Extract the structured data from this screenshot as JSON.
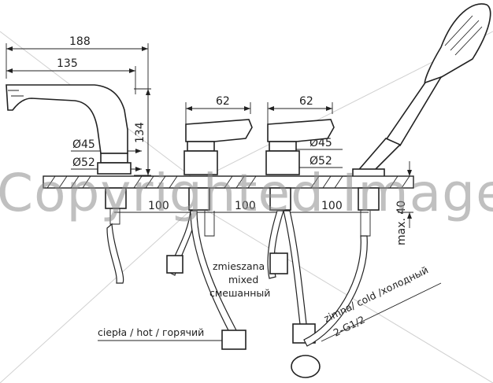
{
  "dimensions": {
    "overall_width": "188",
    "spout_width": "135",
    "height": "134",
    "handle_width_1": "62",
    "handle_width_2": "62",
    "diameter_45_left": "Ø45",
    "diameter_52_left": "Ø52",
    "diameter_45_right": "Ø45",
    "diameter_52_right": "Ø52",
    "spacing_1": "100",
    "spacing_2": "100",
    "spacing_3": "100",
    "max_deck": "max. 40"
  },
  "labels": {
    "mixed_pl": "zmieszana",
    "mixed_en": "mixed",
    "mixed_ru": "смешанный",
    "hot": "ciepła / hot / горячий",
    "cold": "zimna/ cold /холодный",
    "thread": "2-G1/2"
  },
  "watermark": "Copyrighted Image"
}
